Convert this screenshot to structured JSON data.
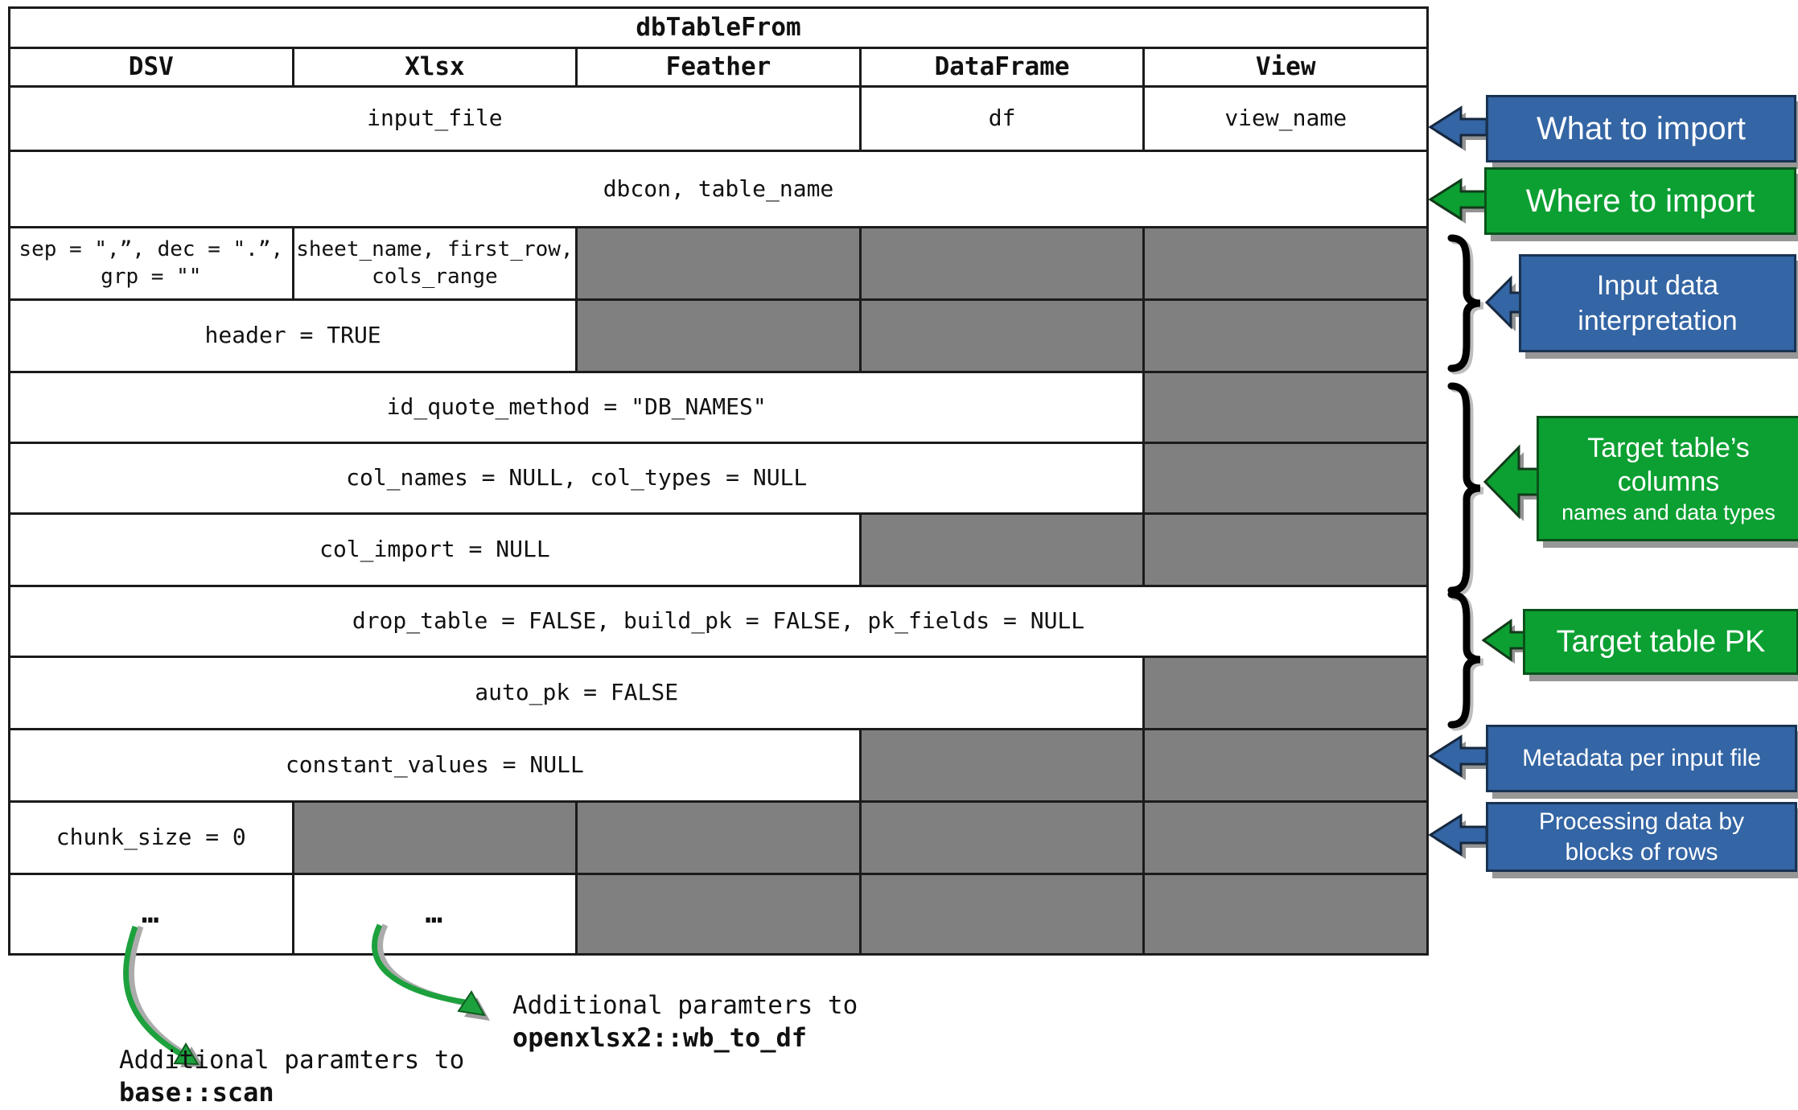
{
  "table": {
    "title": "dbTableFrom",
    "columns": [
      "DSV",
      "Xlsx",
      "Feather",
      "DataFrame",
      "View"
    ],
    "rows": [
      {
        "cells": [
          {
            "span": 3,
            "text": "input_file"
          },
          {
            "span": 1,
            "text": "df"
          },
          {
            "span": 1,
            "text": "view_name"
          }
        ]
      },
      {
        "cells": [
          {
            "span": 5,
            "text": "dbcon, table_name"
          }
        ]
      },
      {
        "cells": [
          {
            "span": 1,
            "text": "sep = \",”, dec = \".”,\ngrp = \"\"",
            "small": true
          },
          {
            "span": 1,
            "text": "sheet_name, first_row,\ncols_range",
            "small": true
          },
          {
            "span": 1,
            "gray": true
          },
          {
            "span": 1,
            "gray": true
          },
          {
            "span": 1,
            "gray": true
          }
        ]
      },
      {
        "cells": [
          {
            "span": 2,
            "text": "header = TRUE"
          },
          {
            "span": 1,
            "gray": true
          },
          {
            "span": 1,
            "gray": true
          },
          {
            "span": 1,
            "gray": true
          }
        ]
      },
      {
        "cells": [
          {
            "span": 4,
            "text": "id_quote_method = \"DB_NAMES\""
          },
          {
            "span": 1,
            "gray": true
          }
        ]
      },
      {
        "cells": [
          {
            "span": 4,
            "text": "col_names = NULL, col_types = NULL"
          },
          {
            "span": 1,
            "gray": true
          }
        ]
      },
      {
        "cells": [
          {
            "span": 3,
            "text": "col_import = NULL"
          },
          {
            "span": 1,
            "gray": true
          },
          {
            "span": 1,
            "gray": true
          }
        ]
      },
      {
        "cells": [
          {
            "span": 5,
            "text": "drop_table = FALSE, build_pk = FALSE, pk_fields = NULL"
          }
        ]
      },
      {
        "cells": [
          {
            "span": 4,
            "text": "auto_pk = FALSE"
          },
          {
            "span": 1,
            "gray": true
          }
        ]
      },
      {
        "cells": [
          {
            "span": 3,
            "text": "constant_values = NULL"
          },
          {
            "span": 1,
            "gray": true
          },
          {
            "span": 1,
            "gray": true
          }
        ]
      },
      {
        "cells": [
          {
            "span": 1,
            "text": "chunk_size = 0"
          },
          {
            "span": 1,
            "gray": true
          },
          {
            "span": 1,
            "gray": true
          },
          {
            "span": 1,
            "gray": true
          },
          {
            "span": 1,
            "gray": true
          }
        ]
      },
      {
        "cells": [
          {
            "span": 1,
            "text": "…",
            "dots": true
          },
          {
            "span": 1,
            "text": "…",
            "dots": true
          },
          {
            "span": 1,
            "gray": true
          },
          {
            "span": 1,
            "gray": true
          },
          {
            "span": 1,
            "gray": true
          }
        ]
      }
    ]
  },
  "callouts": [
    {
      "id": "what-to-import",
      "color": "blue",
      "lines": [
        "What to import"
      ]
    },
    {
      "id": "where-to-import",
      "color": "green",
      "lines": [
        "Where to import"
      ]
    },
    {
      "id": "input-data-interpretation",
      "color": "blue",
      "lines": [
        "Input data",
        "interpretation"
      ]
    },
    {
      "id": "target-table-columns",
      "color": "green",
      "lines": [
        "Target table’s",
        "columns"
      ],
      "subline": "names and data types"
    },
    {
      "id": "target-table-pk",
      "color": "green",
      "lines": [
        "Target table PK"
      ]
    },
    {
      "id": "metadata-per-input-file",
      "color": "blue",
      "lines": [
        "Metadata per input file"
      ]
    },
    {
      "id": "processing-by-blocks",
      "color": "blue",
      "lines": [
        "Processing data by",
        "blocks of rows"
      ]
    }
  ],
  "footnotes": [
    {
      "text": "Additional paramters to",
      "code": "base::scan"
    },
    {
      "text": "Additional paramters to",
      "code": "openxlsx2::wb_to_df"
    }
  ],
  "colors": {
    "blue": "#3465a4",
    "green": "#0ca032",
    "cell_gray": "#808080",
    "border": "#1b1b1b"
  }
}
